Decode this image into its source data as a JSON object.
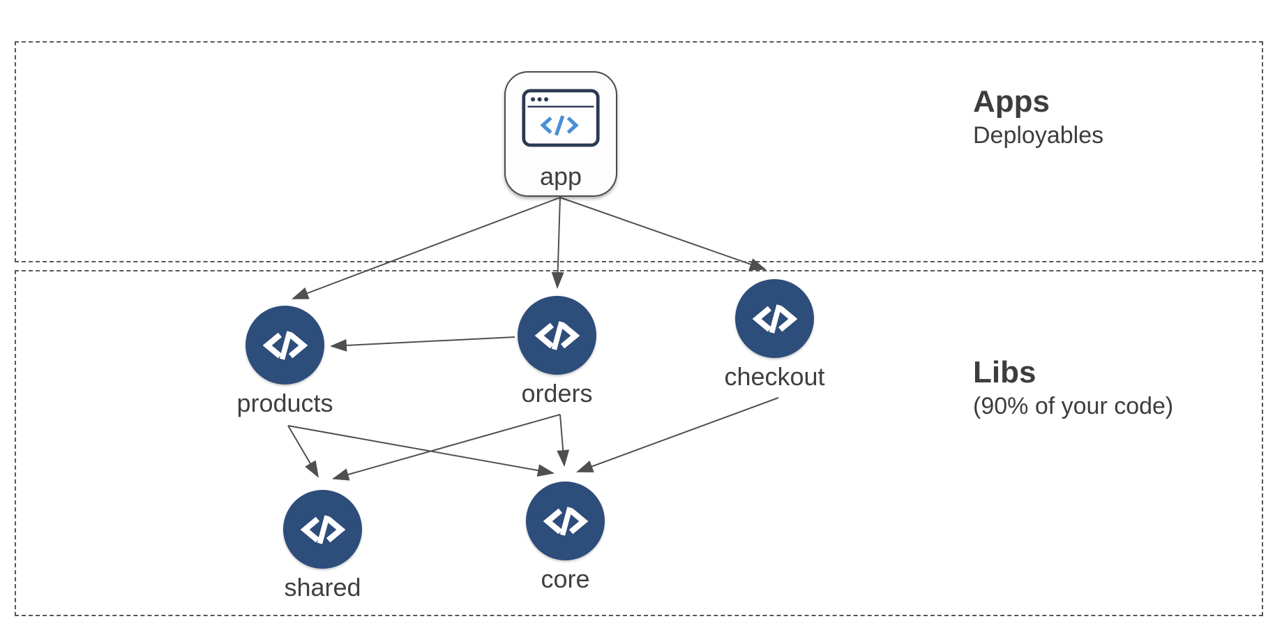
{
  "sections": {
    "apps": {
      "title": "Apps",
      "subtitle": "Deployables"
    },
    "libs": {
      "title": "Libs",
      "subtitle": "(90% of your code)"
    }
  },
  "nodes": {
    "app": {
      "label": "app",
      "icon": "browser-window-icon"
    },
    "products": {
      "label": "products",
      "icon": "code-icon"
    },
    "orders": {
      "label": "orders",
      "icon": "code-icon"
    },
    "checkout": {
      "label": "checkout",
      "icon": "code-icon"
    },
    "shared": {
      "label": "shared",
      "icon": "code-icon"
    },
    "core": {
      "label": "core",
      "icon": "code-icon"
    }
  },
  "edges": [
    {
      "from": "app",
      "to": "products"
    },
    {
      "from": "app",
      "to": "orders"
    },
    {
      "from": "app",
      "to": "checkout"
    },
    {
      "from": "orders",
      "to": "products"
    },
    {
      "from": "products",
      "to": "shared"
    },
    {
      "from": "products",
      "to": "core"
    },
    {
      "from": "orders",
      "to": "shared"
    },
    {
      "from": "orders",
      "to": "core"
    },
    {
      "from": "checkout",
      "to": "core"
    }
  ],
  "colors": {
    "node_fill": "#2d4d7b",
    "icon_frame": "#2b3a52",
    "icon_accent": "#4a8fd6",
    "edge": "#4f4f4f",
    "section_border": "#565656",
    "text": "#3d3d3d"
  }
}
